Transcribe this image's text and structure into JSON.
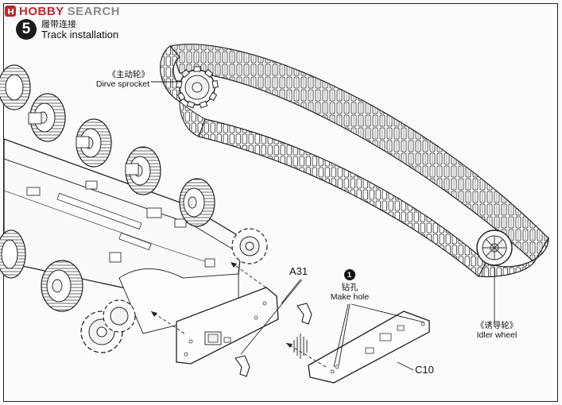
{
  "logo": {
    "brand1": "HOBBY",
    "brand2": "SEARCH"
  },
  "step": {
    "number": "5",
    "title_cn": "履带连接",
    "title_en": "Track installation"
  },
  "labels": {
    "sprocket_cn": "《主动轮》",
    "sprocket_en": "Dirve sprocket",
    "idler_cn": "《诱导轮》",
    "idler_en": "Idler wheel",
    "make_hole_number": "1",
    "make_hole_cn": "钻孔",
    "make_hole_en": "Make hole",
    "part_a31": "A31",
    "part_c10": "C10"
  },
  "colors": {
    "brand_red": "#c4252c",
    "line": "#2a2a2a"
  }
}
